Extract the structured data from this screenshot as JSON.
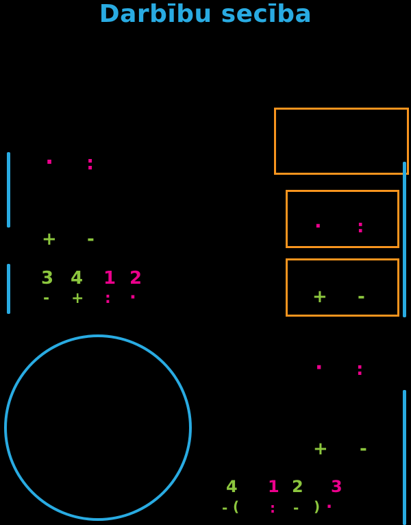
{
  "title": "Darbību secība",
  "colors": {
    "background": "#000000",
    "blue": "#29abe2",
    "orange": "#f7941e",
    "pink": "#ec008c",
    "green": "#8cc63e"
  },
  "left": {
    "multiply": "·",
    "divide": ":",
    "plus": "+",
    "minus": "-",
    "example_numbers": [
      "3",
      "4",
      "1",
      "2"
    ],
    "example_operators": [
      "-",
      "+",
      ":",
      "·"
    ]
  },
  "right": {
    "muldiv_box": {
      "multiply": "·",
      "divide": ":"
    },
    "addsub_box": {
      "plus": "+",
      "minus": "-"
    },
    "lower": {
      "multiply": "·",
      "divide": ":",
      "plus": "+",
      "minus": "-"
    },
    "example_numbers": [
      "4",
      "1",
      "2",
      "3"
    ],
    "example_operators": [
      "-",
      "(",
      ":",
      "-",
      ")",
      "·"
    ]
  }
}
